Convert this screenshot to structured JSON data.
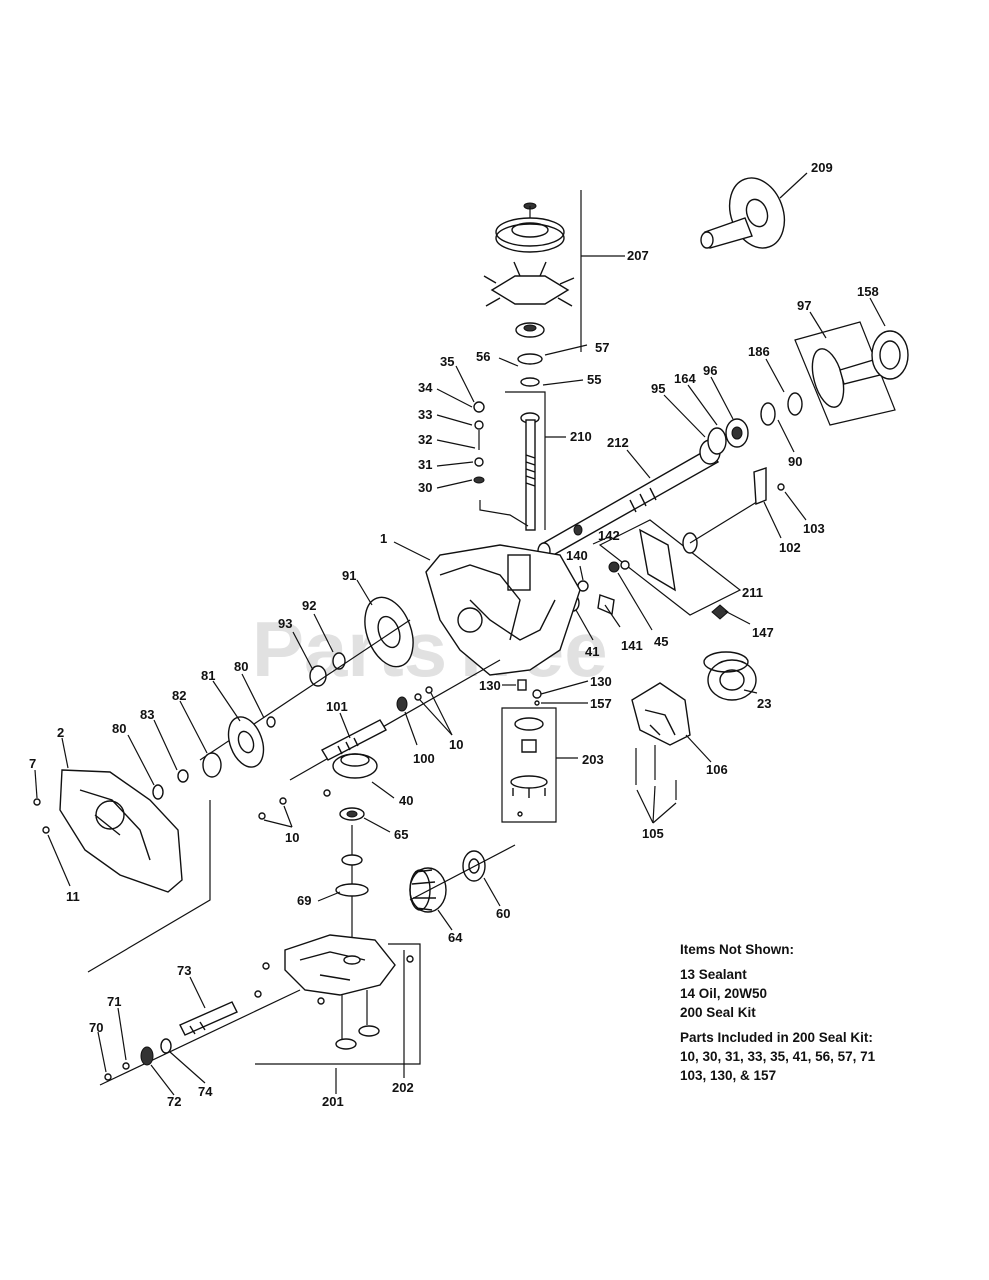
{
  "watermark": "PartsTree",
  "callouts": {
    "c209": "209",
    "c207": "207",
    "c97": "97",
    "c158": "158",
    "c186": "186",
    "c96": "96",
    "c164": "164",
    "c95": "95",
    "c90": "90",
    "c212": "212",
    "c210": "210",
    "c57": "57",
    "c56": "56",
    "c55": "55",
    "c35": "35",
    "c34": "34",
    "c33": "33",
    "c32": "32",
    "c31": "31",
    "c30": "30",
    "c103": "103",
    "c102": "102",
    "c142": "142",
    "c140": "140",
    "c211": "211",
    "c1": "1",
    "c91": "91",
    "c92": "92",
    "c93": "93",
    "c147": "147",
    "c45": "45",
    "c141": "141",
    "c41": "41",
    "c23": "23",
    "c130a": "130",
    "c130b": "130",
    "c157": "157",
    "c81": "81",
    "c80a": "80",
    "c82": "82",
    "c83": "83",
    "c80b": "80",
    "c101": "101",
    "c100": "100",
    "c10a": "10",
    "c10b": "10",
    "c2": "2",
    "c7": "7",
    "c11": "11",
    "c40": "40",
    "c65": "65",
    "c203": "203",
    "c106": "106",
    "c105": "105",
    "c69": "69",
    "c64": "64",
    "c60": "60",
    "c73": "73",
    "c71": "71",
    "c70": "70",
    "c72": "72",
    "c74": "74",
    "c201": "201",
    "c202": "202"
  },
  "notes": {
    "not_shown_title": "Items Not Shown:",
    "not_shown_1": "13 Sealant",
    "not_shown_2": "14 Oil, 20W50",
    "not_shown_3": "200 Seal Kit",
    "kit_title": "Parts Included in 200 Seal Kit:",
    "kit_line_1": "10, 30, 31, 33, 35, 41, 56, 57, 71",
    "kit_line_2": "103, 130, & 157"
  }
}
